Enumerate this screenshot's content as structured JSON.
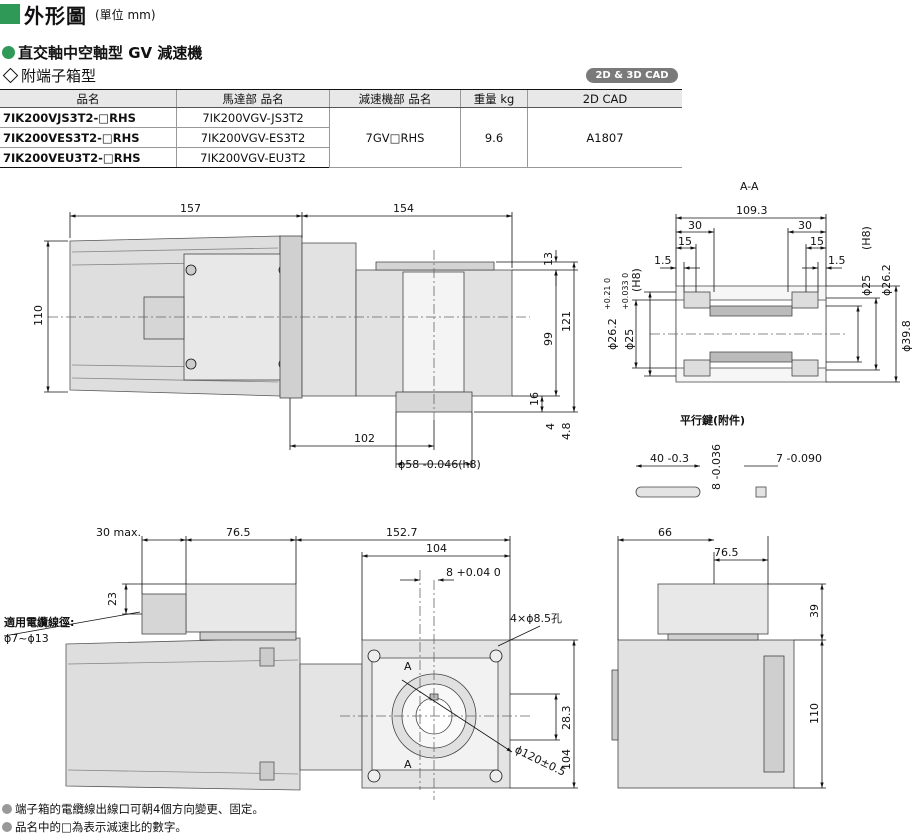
{
  "header": {
    "title": "外形圖",
    "unit": "(單位 mm)"
  },
  "subtitle": "直交軸中空軸型 GV 減速機",
  "subtitle2": "附端子箱型",
  "cad_badge": "2D & 3D CAD",
  "table": {
    "headers": [
      "品名",
      "馬達部 品名",
      "減速機部 品名",
      "重量 kg",
      "2D CAD"
    ],
    "rows": [
      [
        "7IK200VJS3T2-□RHS",
        "7IK200VGV-JS3T2"
      ],
      [
        "7IK200VES3T2-□RHS",
        "7IK200VGV-ES3T2"
      ],
      [
        "7IK200VEU3T2-□RHS",
        "7IK200VGV-EU3T2"
      ]
    ],
    "gear_model": "7GV□RHS",
    "weight": "9.6",
    "cad": "A1807"
  },
  "dims": {
    "top_view": {
      "d157": "157",
      "d154": "154",
      "d110": "110",
      "d13": "13",
      "d99": "99",
      "d121": "121",
      "d16": "16",
      "d4": "4",
      "d4_8": "4.8",
      "d102": "102",
      "shaft": "ϕ58 -0.046(h8)"
    },
    "section": {
      "title": "A-A",
      "d109_3": "109.3",
      "d30a": "30",
      "d30b": "30",
      "d15a": "15",
      "d15b": "15",
      "d1_5a": "1.5",
      "d1_5b": "1.5",
      "bore_l1": "ϕ26.2",
      "bore_l2": "ϕ25",
      "bore_r1": "ϕ25",
      "bore_r2": "ϕ26.2",
      "d39_8": "ϕ39.8",
      "tol_h8": "(H8)",
      "tol_21": "+0.21 0",
      "tol_033": "+0.033 0"
    },
    "key": {
      "title": "平行鍵(附件)",
      "d40": "40 -0.3",
      "d8": "8 -0.036",
      "d7": "7 -0.090"
    },
    "front_view": {
      "d30max": "30 max.",
      "d76_5": "76.5",
      "d152_7": "152.7",
      "d104": "104",
      "d8": "8 +0.04 0",
      "holes": "4×ϕ8.5孔",
      "d23": "23",
      "cable_label": "適用電纜線徑:",
      "cable_range": "ϕ7~ϕ13",
      "d28_3": "28.3",
      "d104v": "104",
      "d120": "ϕ120±0.5",
      "sec_a": "A"
    },
    "side_view": {
      "d66": "66",
      "d76_5": "76.5",
      "d39": "39",
      "d110": "110"
    }
  },
  "notes": [
    "端子箱的電纜線出線口可朝4個方向變更、固定。",
    "品名中的□為表示減速比的數字。"
  ]
}
